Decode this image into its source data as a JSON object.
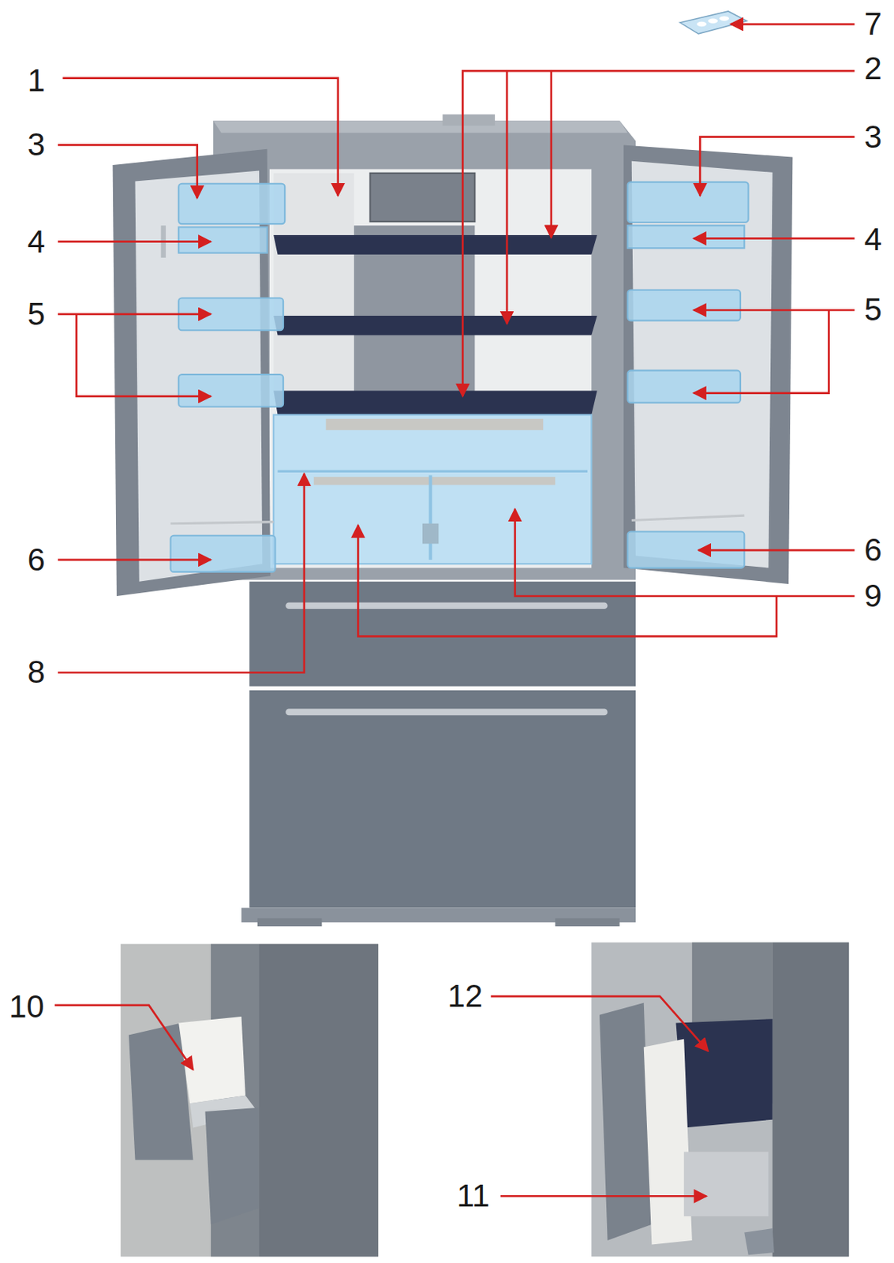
{
  "diagram": {
    "labels": [
      "7",
      "1",
      "2",
      "3",
      "3",
      "4",
      "4",
      "5",
      "5",
      "6",
      "6",
      "9",
      "8",
      "10",
      "12",
      "11"
    ]
  }
}
